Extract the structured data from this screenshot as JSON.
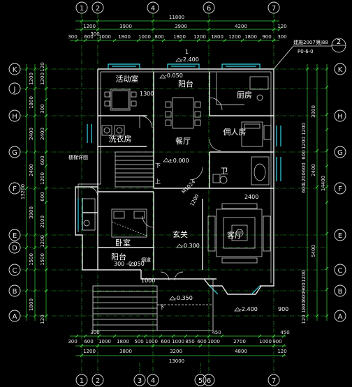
{
  "colors": {
    "background": "#000000",
    "dimension": "#3cd23c",
    "wall": "#e8e8e8",
    "axis_bubble": "#e8e8e8",
    "axis_label": "#e8e8e8",
    "room_text": "#ffffff",
    "furniture": "#e8e8e8",
    "window": "#38d8e8",
    "level_text": "#ffffff",
    "axis_line": "#2aa82a"
  },
  "axes": {
    "columns": [
      "1",
      "2",
      "3",
      "4",
      "5",
      "6",
      "7"
    ],
    "rows": [
      "A",
      "B",
      "C",
      "D",
      "E",
      "F",
      "G",
      "H",
      "J",
      "K"
    ]
  },
  "top_dims": {
    "overall": "11800",
    "bays": [
      "1200",
      "3900",
      "3900",
      "4200",
      "120"
    ],
    "details": [
      "300",
      "600",
      "1000",
      "1800",
      "1000",
      "800",
      "1800",
      "1200",
      "1800",
      "1200",
      "1800",
      "900",
      "300"
    ],
    "small_top": "300"
  },
  "bottom_dims": {
    "overall": "13000",
    "bays": [
      "1200",
      "3800",
      "3200",
      "4800",
      "120"
    ],
    "details": [
      "300",
      "600",
      "1000",
      "1800",
      "500",
      "1000",
      "600",
      "1000",
      "850",
      "600",
      "1000",
      "2700",
      "1000",
      "900",
      "450"
    ],
    "top_small": [
      "300",
      "450"
    ]
  },
  "left_dims": {
    "overall": "13200",
    "bays": [
      "1200",
      "1800",
      "2400",
      "2400",
      "3900",
      "1500",
      "1800"
    ],
    "details": [
      "120",
      "1200",
      "300",
      "2400",
      "600",
      "1200",
      "600",
      "2100",
      "1200",
      "1500",
      "120"
    ]
  },
  "right_dims": {
    "overall": "14400",
    "bays": [
      "3000",
      "2400",
      "5400"
    ],
    "details": [
      "1200",
      "1200",
      "600",
      "600",
      "1200",
      "600",
      "1200",
      "900",
      "600",
      "1800",
      "120"
    ]
  },
  "rooms": {
    "activity": "活动室",
    "balcony_top": "阳台",
    "kitchen": "厨房",
    "laundry": "洗衣房",
    "dining": "餐厅",
    "servant": "佣人房",
    "bath": "卫",
    "bedroom": "卧室",
    "foyer": "玄关",
    "living": "客厅",
    "balcony_bottom": "阳台",
    "stair_note": "楼梯详图",
    "chimney": "烟道"
  },
  "levels": {
    "top_outside": "-2.400",
    "balcony_top": "-0.050",
    "floor": "±0.000",
    "foyer": "-0.300",
    "entry": "-0.350",
    "bottom_outside": "-2.400",
    "balcony_bottom": "-0.050",
    "balcony_bottom_width": "300"
  },
  "notes": {
    "reference": "建施2007第J88",
    "reference_sub": "P0-6-0",
    "detail_no": "2",
    "down_1": "下",
    "down_2": "下",
    "up_1": "上",
    "door_code": "M1024",
    "door_code_2": "1200",
    "label_1300": "1300",
    "dim_2400": "2400",
    "section_1": "1",
    "bottom_1000": "1000",
    "bottom_900": "900"
  }
}
